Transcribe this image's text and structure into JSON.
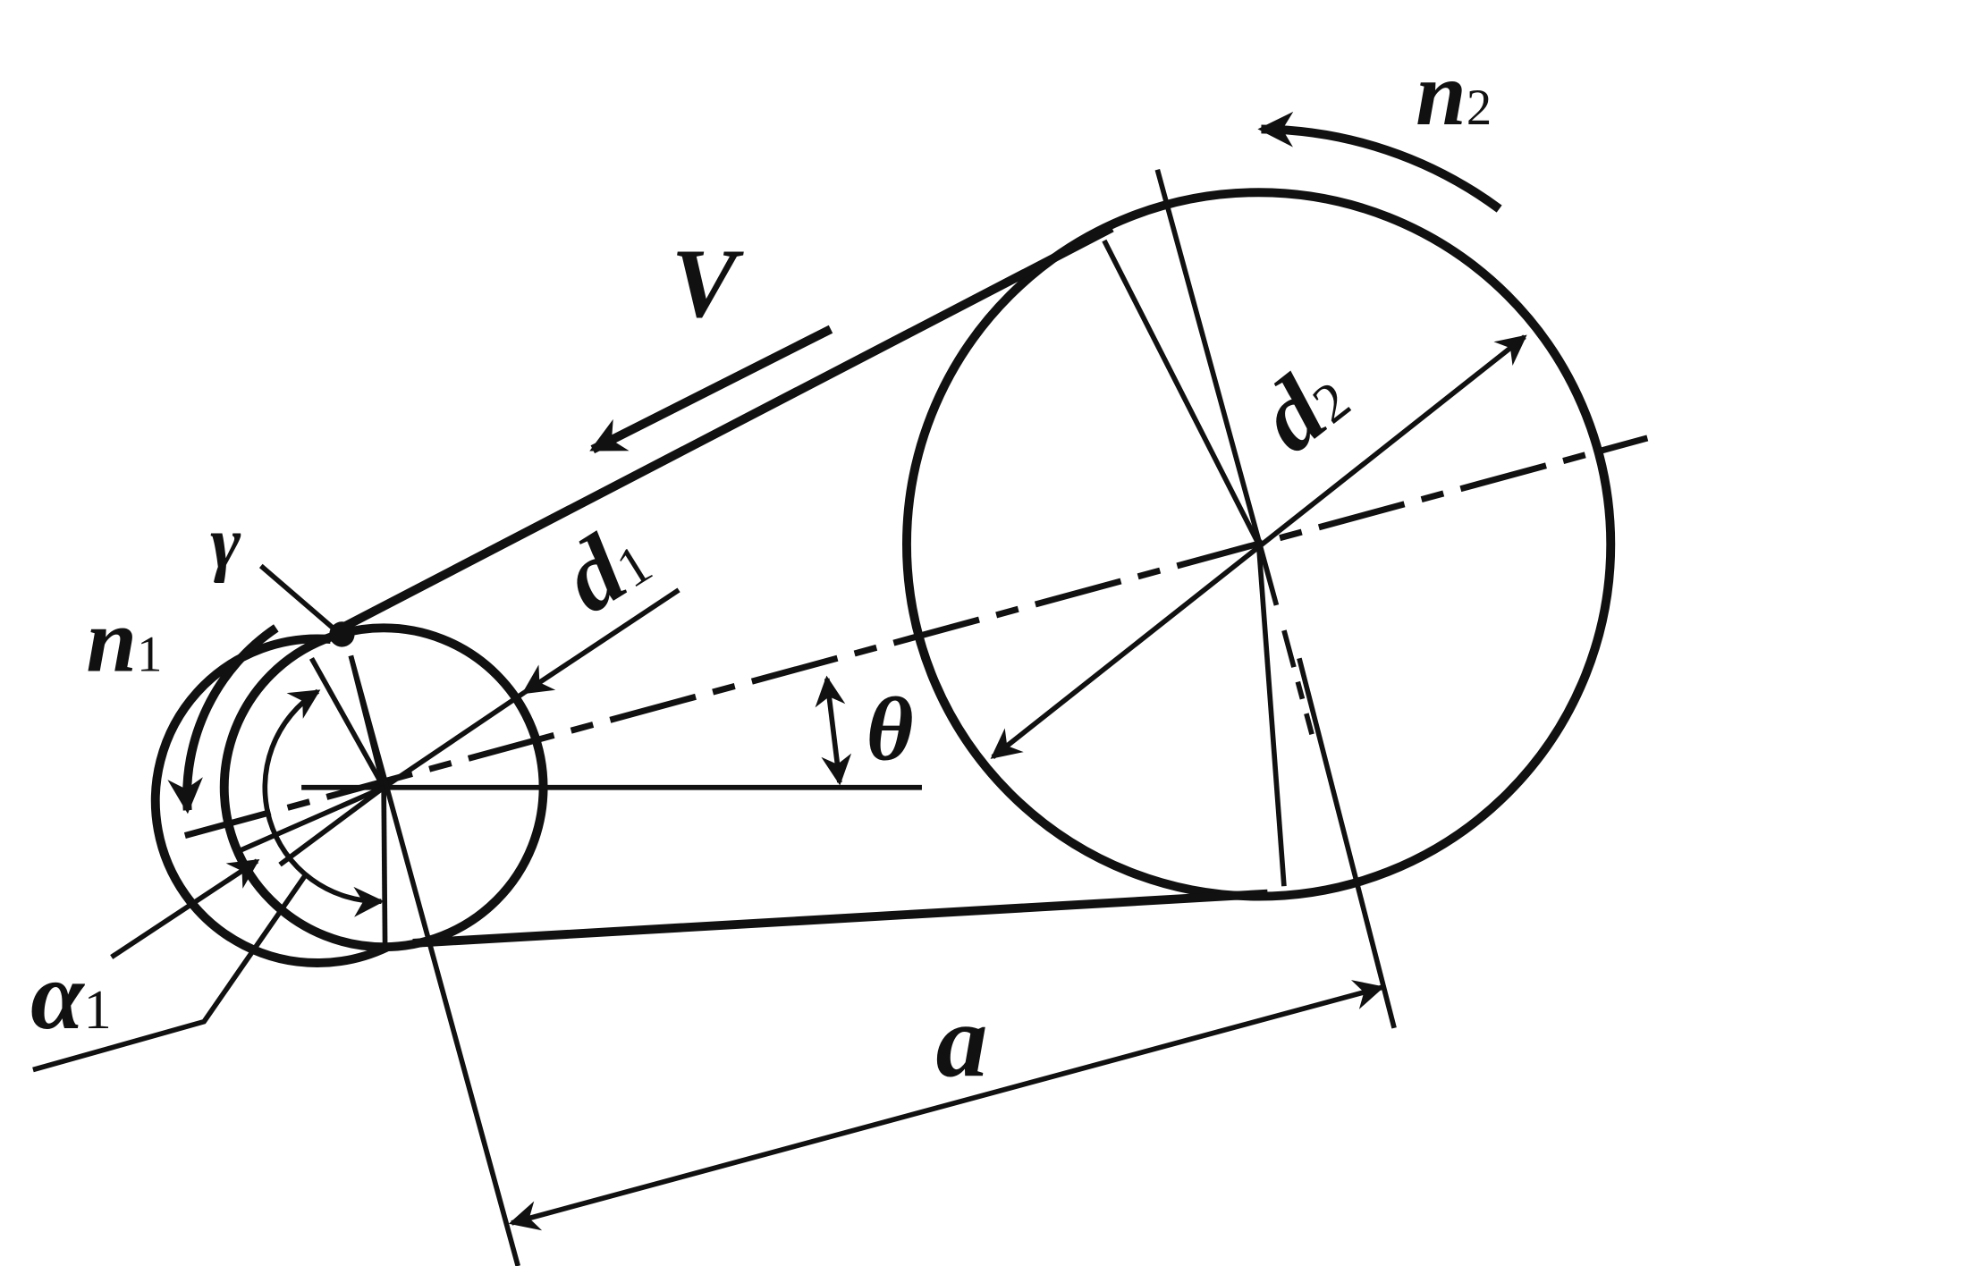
{
  "labels": {
    "n1": "n",
    "n1_sub": "1",
    "n2": "n",
    "n2_sub": "2",
    "d1": "d",
    "d1_sub": "1",
    "d2": "d",
    "d2_sub": "2",
    "v": "V",
    "gamma": "γ",
    "theta": "θ",
    "alpha1": "α",
    "alpha1_sub": "1",
    "a": "a"
  },
  "colors": {
    "ink": "#111111",
    "background": "#ffffff"
  }
}
